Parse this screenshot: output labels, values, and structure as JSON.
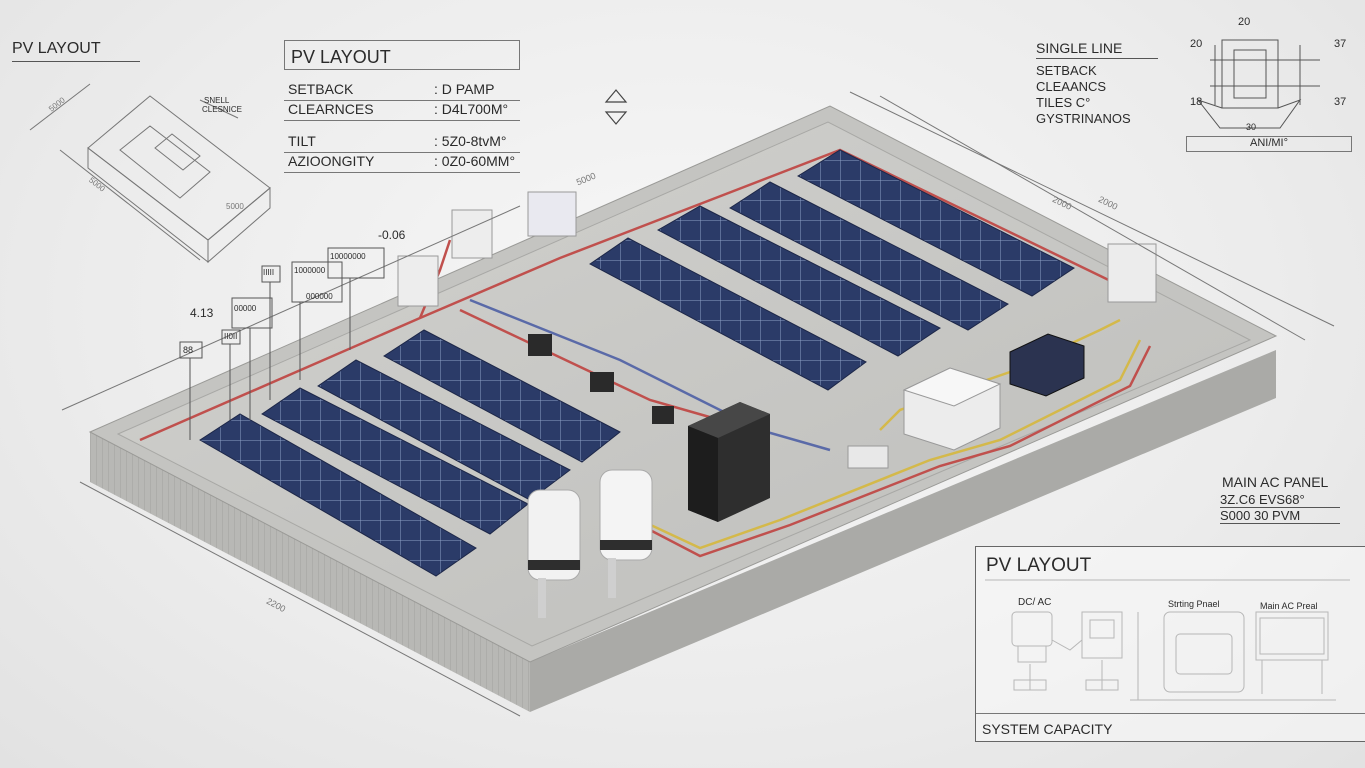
{
  "top_left_title": "PV LAYOUT",
  "top_left_sketch": {
    "label1": "SNELL",
    "label2": "CLESNICE",
    "dim_a": "5000",
    "dim_b": "5000",
    "dim_c": "5000"
  },
  "spec_table": {
    "title": "PV LAYOUT",
    "rows": [
      {
        "key": "SETBACK",
        "value": ": D PAMP"
      },
      {
        "key": "CLEARNCES",
        "value": ": D4L700M°"
      },
      {
        "key": "TILT",
        "value": ": 5Z0-8tvM°"
      },
      {
        "key": "AZIOONGITY",
        "value": ": 0Z0-60MM°"
      }
    ]
  },
  "single_line": {
    "title": "SINGLE LINE",
    "lines": [
      "SETBACK",
      "CLEAANCS",
      "TILES C°",
      "GYSTRINANOS"
    ]
  },
  "detail_box": {
    "label": "ANI/MI°",
    "dims": [
      "20",
      "20",
      "37",
      "18",
      "37",
      "30"
    ]
  },
  "roof_labels": {
    "dim_top": "5000",
    "dim_right1": "2000",
    "dim_right2": "2000",
    "dim_bottom": "2200",
    "neg": "-0.06",
    "tags": [
      "4.13",
      "IIIII",
      "00000",
      "1000000",
      "000000",
      "II0II",
      "10000000",
      "88"
    ]
  },
  "main_ac": {
    "title": "MAIN AC PANEL",
    "line1": "3Z.C6 EVS68°",
    "line2": "S000 30 PVM"
  },
  "bottom_panel": {
    "title": "PV LAYOUT",
    "dc_ac_label": "DC/ AC",
    "string_label": "Strting Pnael",
    "main_label": "Main AC Preal",
    "footer": "SYSTEM CAPACITY"
  },
  "colors": {
    "panel": "#2a3a66",
    "panel_grid": "#8fa2c8",
    "roof": "#c9c9c6",
    "parapet": "#b5b5b2",
    "red_wire": "#c0504d",
    "yellow_wire": "#d4b94a",
    "blue_wire": "#5a6aa8"
  },
  "icons": [
    "up-arrow-icon",
    "down-arrow-icon"
  ]
}
